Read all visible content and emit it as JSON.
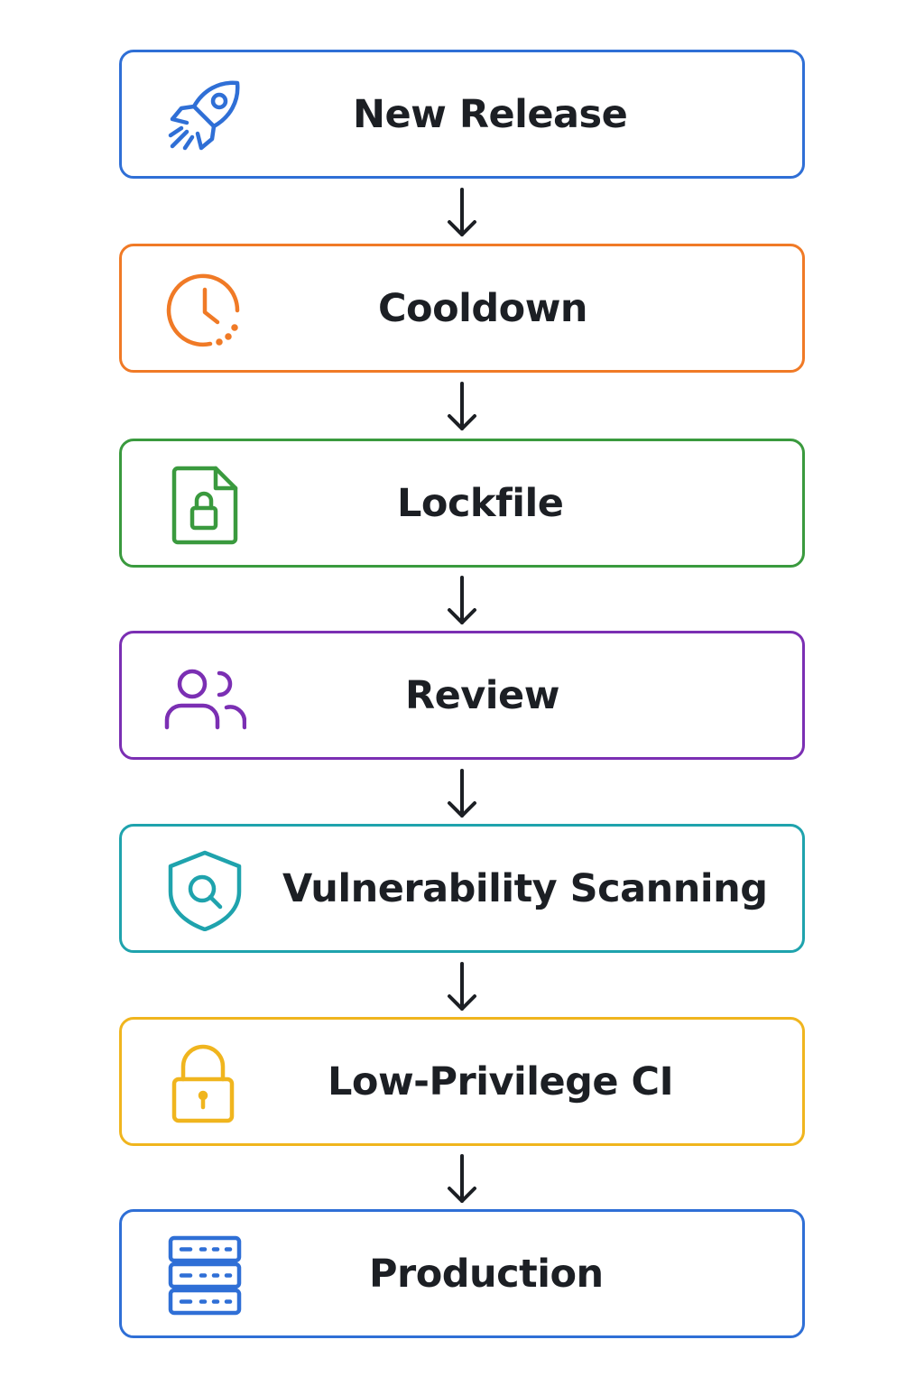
{
  "flow": {
    "steps": [
      {
        "label": "New Release",
        "icon": "rocket-icon",
        "color": "#2f6fd6"
      },
      {
        "label": "Cooldown",
        "icon": "clock-icon",
        "color": "#f07a26"
      },
      {
        "label": "Lockfile",
        "icon": "locked-file-icon",
        "color": "#3a9a3e"
      },
      {
        "label": "Review",
        "icon": "users-icon",
        "color": "#7b2fb3"
      },
      {
        "label": "Vulnerability Scanning",
        "icon": "shield-search-icon",
        "color": "#1fa3ad"
      },
      {
        "label": "Low-Privilege CI",
        "icon": "padlock-icon",
        "color": "#f0b51e"
      },
      {
        "label": "Production",
        "icon": "server-icon",
        "color": "#2f6fd6"
      }
    ]
  }
}
